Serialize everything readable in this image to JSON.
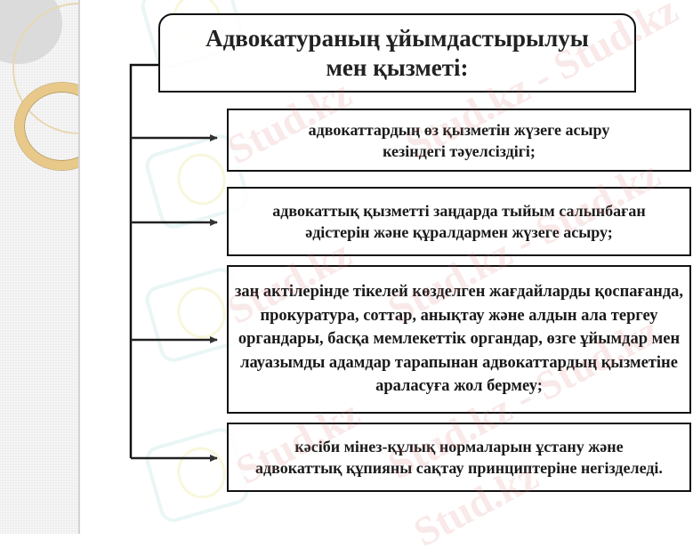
{
  "diagram": {
    "title": "Адвокатураның ұйымдастырылуы мен қызметі:",
    "title_lines": [
      "Адвокатураның ұйымдастырылуы",
      "мен қызметі:"
    ],
    "items": [
      {
        "text": "адвокаттардың өз қызметін жүзеге асыру кезіндегі тәуелсіздігі;"
      },
      {
        "text": "адвокаттық қызметті заңдарда тыйым салынбаған әдістерін және құралдармен жүзеге асыру;"
      },
      {
        "text": "заң актілерінде тікелей көзделген жағдайларды қоспағанда, прокуратура, соттар, анықтау және алдын ала тергеу органдары, басқа мемлекеттік органдар, өзге ұйымдар мен лауазымды адамдар тарапынан адвокаттардың қызметіне араласуға жол бермеу;"
      },
      {
        "text": "кәсіби мінез-құлық нормаларын ұстану және адвокаттық құпияны сақтау принциптеріне негізделеді."
      }
    ],
    "connector": {
      "type": "bracket-arrows",
      "color": "#111111",
      "arrow_color": "#333333"
    }
  },
  "watermark": {
    "text": "Stud.kz",
    "alt_text": "Stud.kz - Stud.kz",
    "color": "#d77878"
  },
  "colors": {
    "border": "#111111",
    "text": "#1a1a1a",
    "background": "#ffffff",
    "side_panel": "#eeeeee",
    "ring_gold": "#e8c98a"
  }
}
